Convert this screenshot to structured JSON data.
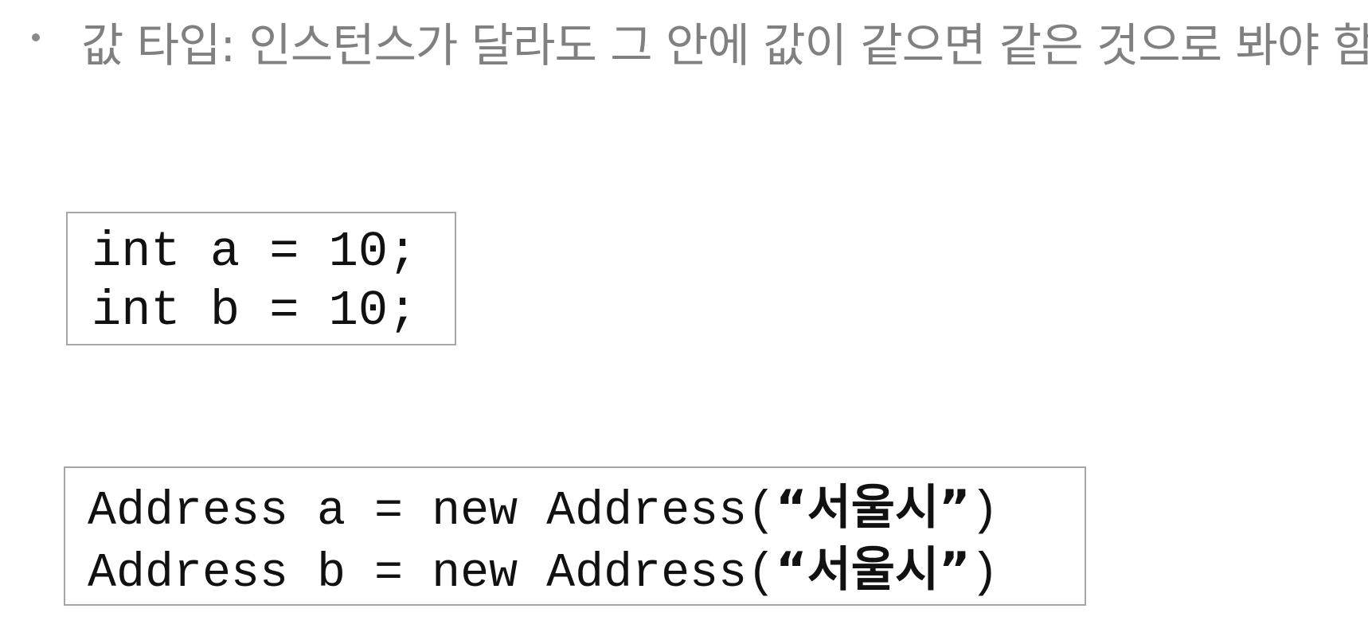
{
  "bullet": {
    "text": "값 타입: 인스턴스가 달라도 그 안에 값이 같으면 같은 것으로 봐야 함"
  },
  "primitive_example": {
    "lines": [
      "int a = 10;",
      "int b = 10;"
    ]
  },
  "object_example": {
    "lines": [
      {
        "prefix": "Address a = new Address(",
        "string_literal": "“서울시”",
        "suffix": ")"
      },
      {
        "prefix": "Address b = new Address(",
        "string_literal": "“서울시”",
        "suffix": ")"
      }
    ]
  },
  "colors": {
    "bullet_text": "#808080",
    "code_text": "#111111",
    "box_border": "#a6a6a6"
  }
}
